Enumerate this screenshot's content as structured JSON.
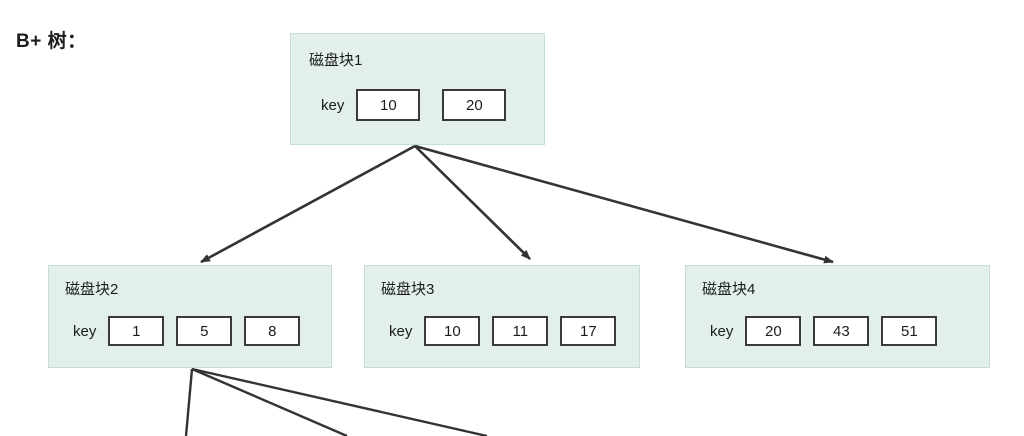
{
  "title": "B+ 树：",
  "theme": {
    "node_fill": "#e2efec",
    "node_border": "#c7ded8",
    "key_box_fill": "#ffffff",
    "key_box_border": "#3a3a3a",
    "edge_color": "#333333",
    "text_color": "#1c1c1c",
    "background": "#ffffff"
  },
  "tree": {
    "root": {
      "label": "磁盘块1",
      "key_word": "key",
      "keys": [
        "10",
        "20"
      ]
    },
    "children": [
      {
        "label": "磁盘块2",
        "key_word": "key",
        "keys": [
          "1",
          "5",
          "8"
        ]
      },
      {
        "label": "磁盘块3",
        "key_word": "key",
        "keys": [
          "10",
          "11",
          "17"
        ]
      },
      {
        "label": "磁盘块4",
        "key_word": "key",
        "keys": [
          "20",
          "43",
          "51"
        ]
      }
    ]
  },
  "chart_data": {
    "type": "diagram",
    "diagram_type": "b-plus-tree",
    "title": "B+ 树：",
    "nodes": [
      {
        "id": "block1",
        "label": "磁盘块1",
        "level": 0,
        "keys": [
          "10",
          "20"
        ]
      },
      {
        "id": "block2",
        "label": "磁盘块2",
        "level": 1,
        "keys": [
          "1",
          "5",
          "8"
        ]
      },
      {
        "id": "block3",
        "label": "磁盘块3",
        "level": 1,
        "keys": [
          "10",
          "11",
          "17"
        ]
      },
      {
        "id": "block4",
        "label": "磁盘块4",
        "level": 1,
        "keys": [
          "20",
          "43",
          "51"
        ]
      }
    ],
    "edges": [
      {
        "from": "block1",
        "to": "block2",
        "arrow": true
      },
      {
        "from": "block1",
        "to": "block3",
        "arrow": true
      },
      {
        "from": "block1",
        "to": "block4",
        "arrow": true
      },
      {
        "from": "block2",
        "to": "offscreen-1",
        "arrow": false
      },
      {
        "from": "block2",
        "to": "offscreen-2",
        "arrow": false
      },
      {
        "from": "block2",
        "to": "offscreen-3",
        "arrow": false
      }
    ]
  }
}
